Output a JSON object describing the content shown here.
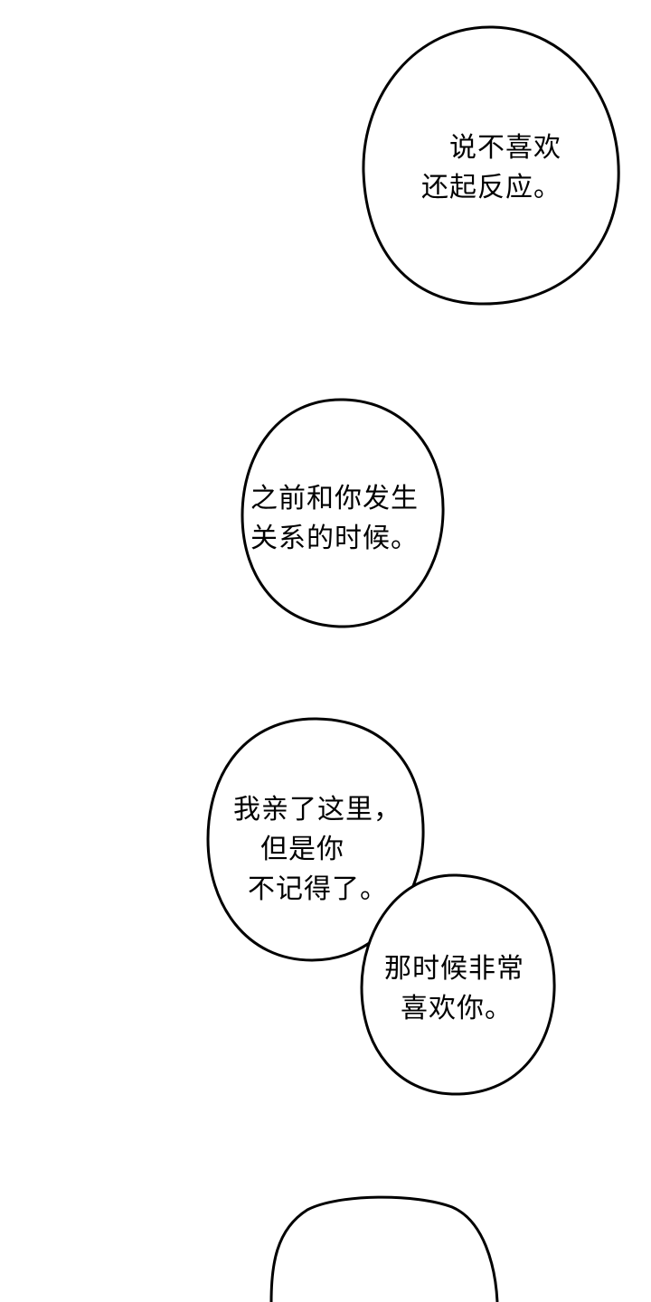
{
  "page": {
    "background": "#ffffff",
    "ink_color": "#000000"
  },
  "bubbles": [
    {
      "lines": [
        "说不喜欢",
        "还起反应。"
      ]
    },
    {
      "lines": [
        "之前和你发生",
        "关系的时候。"
      ]
    },
    {
      "lines": [
        "我亲了这里，",
        "但是你",
        "不记得了。"
      ]
    },
    {
      "lines": [
        "那时候非常",
        "喜欢你。"
      ]
    }
  ]
}
